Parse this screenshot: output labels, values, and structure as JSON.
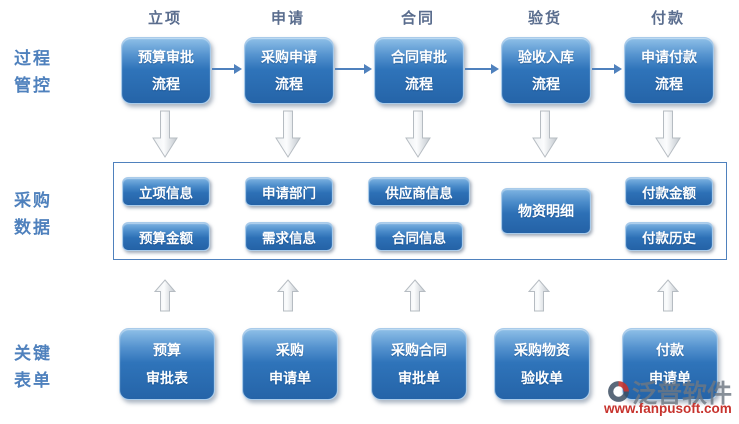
{
  "row_labels": [
    {
      "line1": "过程",
      "line2": "管控"
    },
    {
      "line1": "采购",
      "line2": "数据"
    },
    {
      "line1": "关键",
      "line2": "表单"
    }
  ],
  "columns": [
    {
      "stage": "立项",
      "process": {
        "line1": "预算审批",
        "line2": "流程"
      },
      "data": [
        "立项信息",
        "预算金额"
      ],
      "form": {
        "line1": "预算",
        "line2": "审批表"
      }
    },
    {
      "stage": "申请",
      "process": {
        "line1": "采购申请",
        "line2": "流程"
      },
      "data": [
        "申请部门",
        "需求信息"
      ],
      "form": {
        "line1": "采购",
        "line2": "申请单"
      }
    },
    {
      "stage": "合同",
      "process": {
        "line1": "合同审批",
        "line2": "流程"
      },
      "data": [
        "供应商信息",
        "合同信息"
      ],
      "form": {
        "line1": "采购合同",
        "line2": "审批单"
      }
    },
    {
      "stage": "验货",
      "process": {
        "line1": "验收入库",
        "line2": "流程"
      },
      "data": [
        "物资明细"
      ],
      "form": {
        "line1": "采购物资",
        "line2": "验收单"
      }
    },
    {
      "stage": "付款",
      "process": {
        "line1": "申请付款",
        "line2": "流程"
      },
      "data": [
        "付款金额",
        "付款历史"
      ],
      "form": {
        "line1": "付款",
        "line2": "申请单"
      }
    }
  ],
  "watermark": {
    "brand": "泛普软件",
    "url": "www.fanpusoft.com"
  },
  "colors": {
    "box_blue": "#2f74ba",
    "accent_blue": "#4f81bd",
    "header_text": "#5a6d8e",
    "watermark_red": "#c7332d"
  }
}
